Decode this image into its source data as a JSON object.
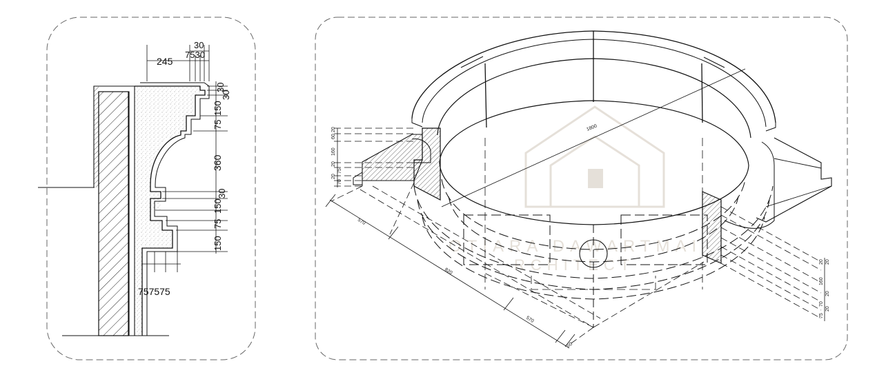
{
  "section_panel": {
    "dimensions": {
      "top_245": "245",
      "top_30": "30",
      "top_7530": "7530",
      "right_30a": "30",
      "right_30b": "30",
      "right_150a": "150",
      "right_75a": "75",
      "right_360": "360",
      "right_30c": "30",
      "right_150b": "150",
      "right_75b": "75",
      "right_150c": "150",
      "bottom_757575": "757575"
    }
  },
  "iso_panel": {
    "dimensions": {
      "diameter": "1800",
      "left_20a": "20",
      "left_60": "60",
      "left_160": "160",
      "left_20b": "20",
      "left_75": "75",
      "left_20c": "20",
      "left_70": "70",
      "base_570a": "570",
      "base_820": "820",
      "base_570b": "570",
      "base_50": "50",
      "right_20a": "20",
      "right_20b": "20",
      "right_160": "160",
      "right_20c": "20",
      "right_70": "70",
      "right_20d": "20",
      "right_75": "75"
    },
    "watermark": {
      "line1": "OTIARA DAWARTMAI",
      "line2": "RCHITECT"
    }
  },
  "colors": {
    "line": "#111111",
    "panel_border": "#666666",
    "hatch": "#222222",
    "watermark": "#e3ddd5"
  }
}
